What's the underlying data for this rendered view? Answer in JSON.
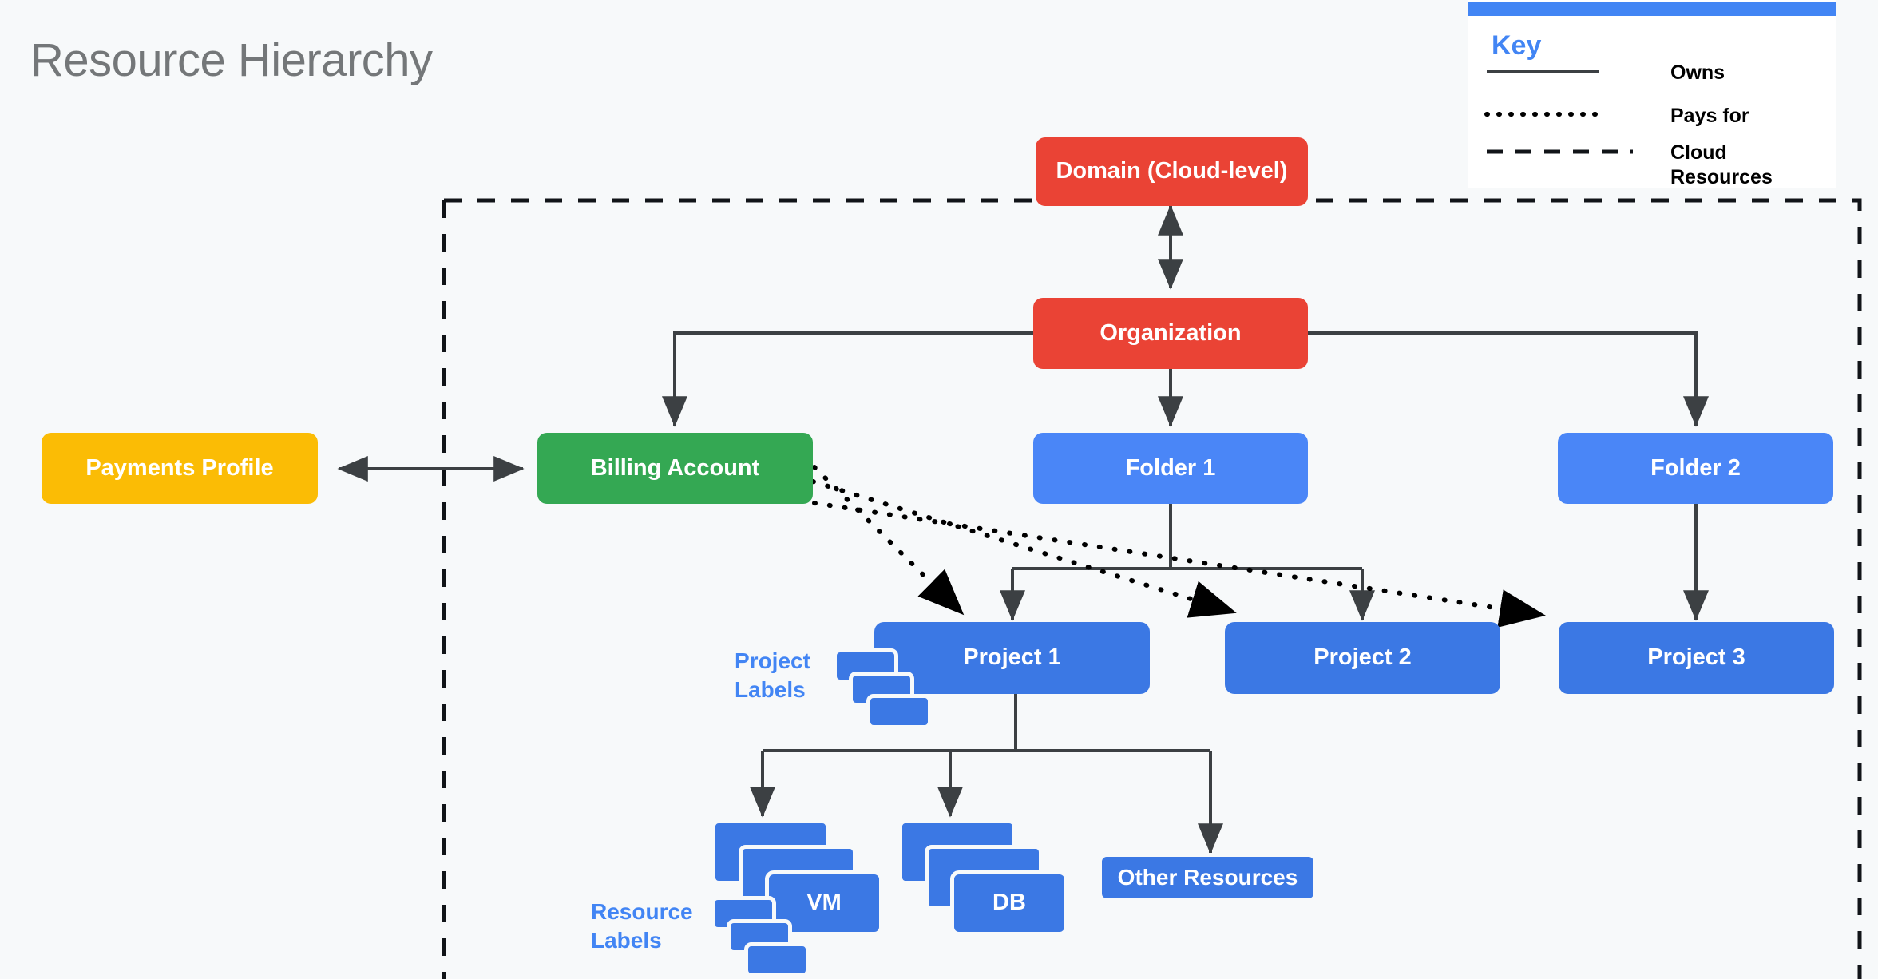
{
  "page": {
    "title": "Resource Hierarchy",
    "background": "#f7f9fa"
  },
  "colors": {
    "red": "#ea4335",
    "green": "#34a853",
    "yellow": "#fbbc05",
    "folder_blue": "#4a86f7",
    "project_blue": "#3b78e4",
    "accent_blue": "#4285f4",
    "line": "#3c4043",
    "title_gray": "#747779"
  },
  "key": {
    "title": "Key",
    "entries": [
      {
        "style": "solid",
        "label": "Owns"
      },
      {
        "style": "dotted",
        "label": "Pays for"
      },
      {
        "style": "dashed",
        "label": "Cloud Resources"
      }
    ]
  },
  "nodes": {
    "domain": {
      "label": "Domain (Cloud-level)",
      "color": "red"
    },
    "organization": {
      "label": "Organization",
      "color": "red"
    },
    "payments_profile": {
      "label": "Payments Profile",
      "color": "yellow"
    },
    "billing_account": {
      "label": "Billing Account",
      "color": "green"
    },
    "folder_1": {
      "label": "Folder 1",
      "color": "folder_blue"
    },
    "folder_2": {
      "label": "Folder 2",
      "color": "folder_blue"
    },
    "project_1": {
      "label": "Project 1",
      "color": "project_blue"
    },
    "project_2": {
      "label": "Project 2",
      "color": "project_blue"
    },
    "project_3": {
      "label": "Project 3",
      "color": "project_blue"
    },
    "vm": {
      "label": "VM",
      "color": "project_blue"
    },
    "db": {
      "label": "DB",
      "color": "project_blue"
    },
    "other_resources": {
      "label": "Other Resources",
      "color": "project_blue"
    }
  },
  "annotations": {
    "project_labels": "Project\nLabels",
    "project_labels_line1": "Project",
    "project_labels_line2": "Labels",
    "resource_labels_line1": "Resource",
    "resource_labels_line2": "Labels"
  },
  "edges": [
    {
      "from": "organization",
      "to": "domain",
      "type": "solid",
      "arrows": "both"
    },
    {
      "from": "payments_profile",
      "to": "billing_account",
      "type": "solid",
      "arrows": "both"
    },
    {
      "from": "organization",
      "to": "billing_account",
      "type": "solid",
      "arrows": "end"
    },
    {
      "from": "organization",
      "to": "folder_1",
      "type": "solid",
      "arrows": "end"
    },
    {
      "from": "organization",
      "to": "folder_2",
      "type": "solid",
      "arrows": "end"
    },
    {
      "from": "folder_1",
      "to": "project_1",
      "type": "solid",
      "arrows": "end"
    },
    {
      "from": "folder_1",
      "to": "project_2",
      "type": "solid",
      "arrows": "end"
    },
    {
      "from": "folder_2",
      "to": "project_3",
      "type": "solid",
      "arrows": "end"
    },
    {
      "from": "project_1",
      "to": "vm",
      "type": "solid",
      "arrows": "end"
    },
    {
      "from": "project_1",
      "to": "db",
      "type": "solid",
      "arrows": "end"
    },
    {
      "from": "project_1",
      "to": "other_resources",
      "type": "solid",
      "arrows": "end"
    },
    {
      "from": "billing_account",
      "to": "project_1",
      "type": "dotted",
      "arrows": "end"
    },
    {
      "from": "billing_account",
      "to": "project_2",
      "type": "dotted",
      "arrows": "end"
    },
    {
      "from": "billing_account",
      "to": "project_3",
      "type": "dotted",
      "arrows": "end"
    }
  ],
  "cloud_boundary": {
    "type": "dashed",
    "label": "Cloud Resources"
  }
}
